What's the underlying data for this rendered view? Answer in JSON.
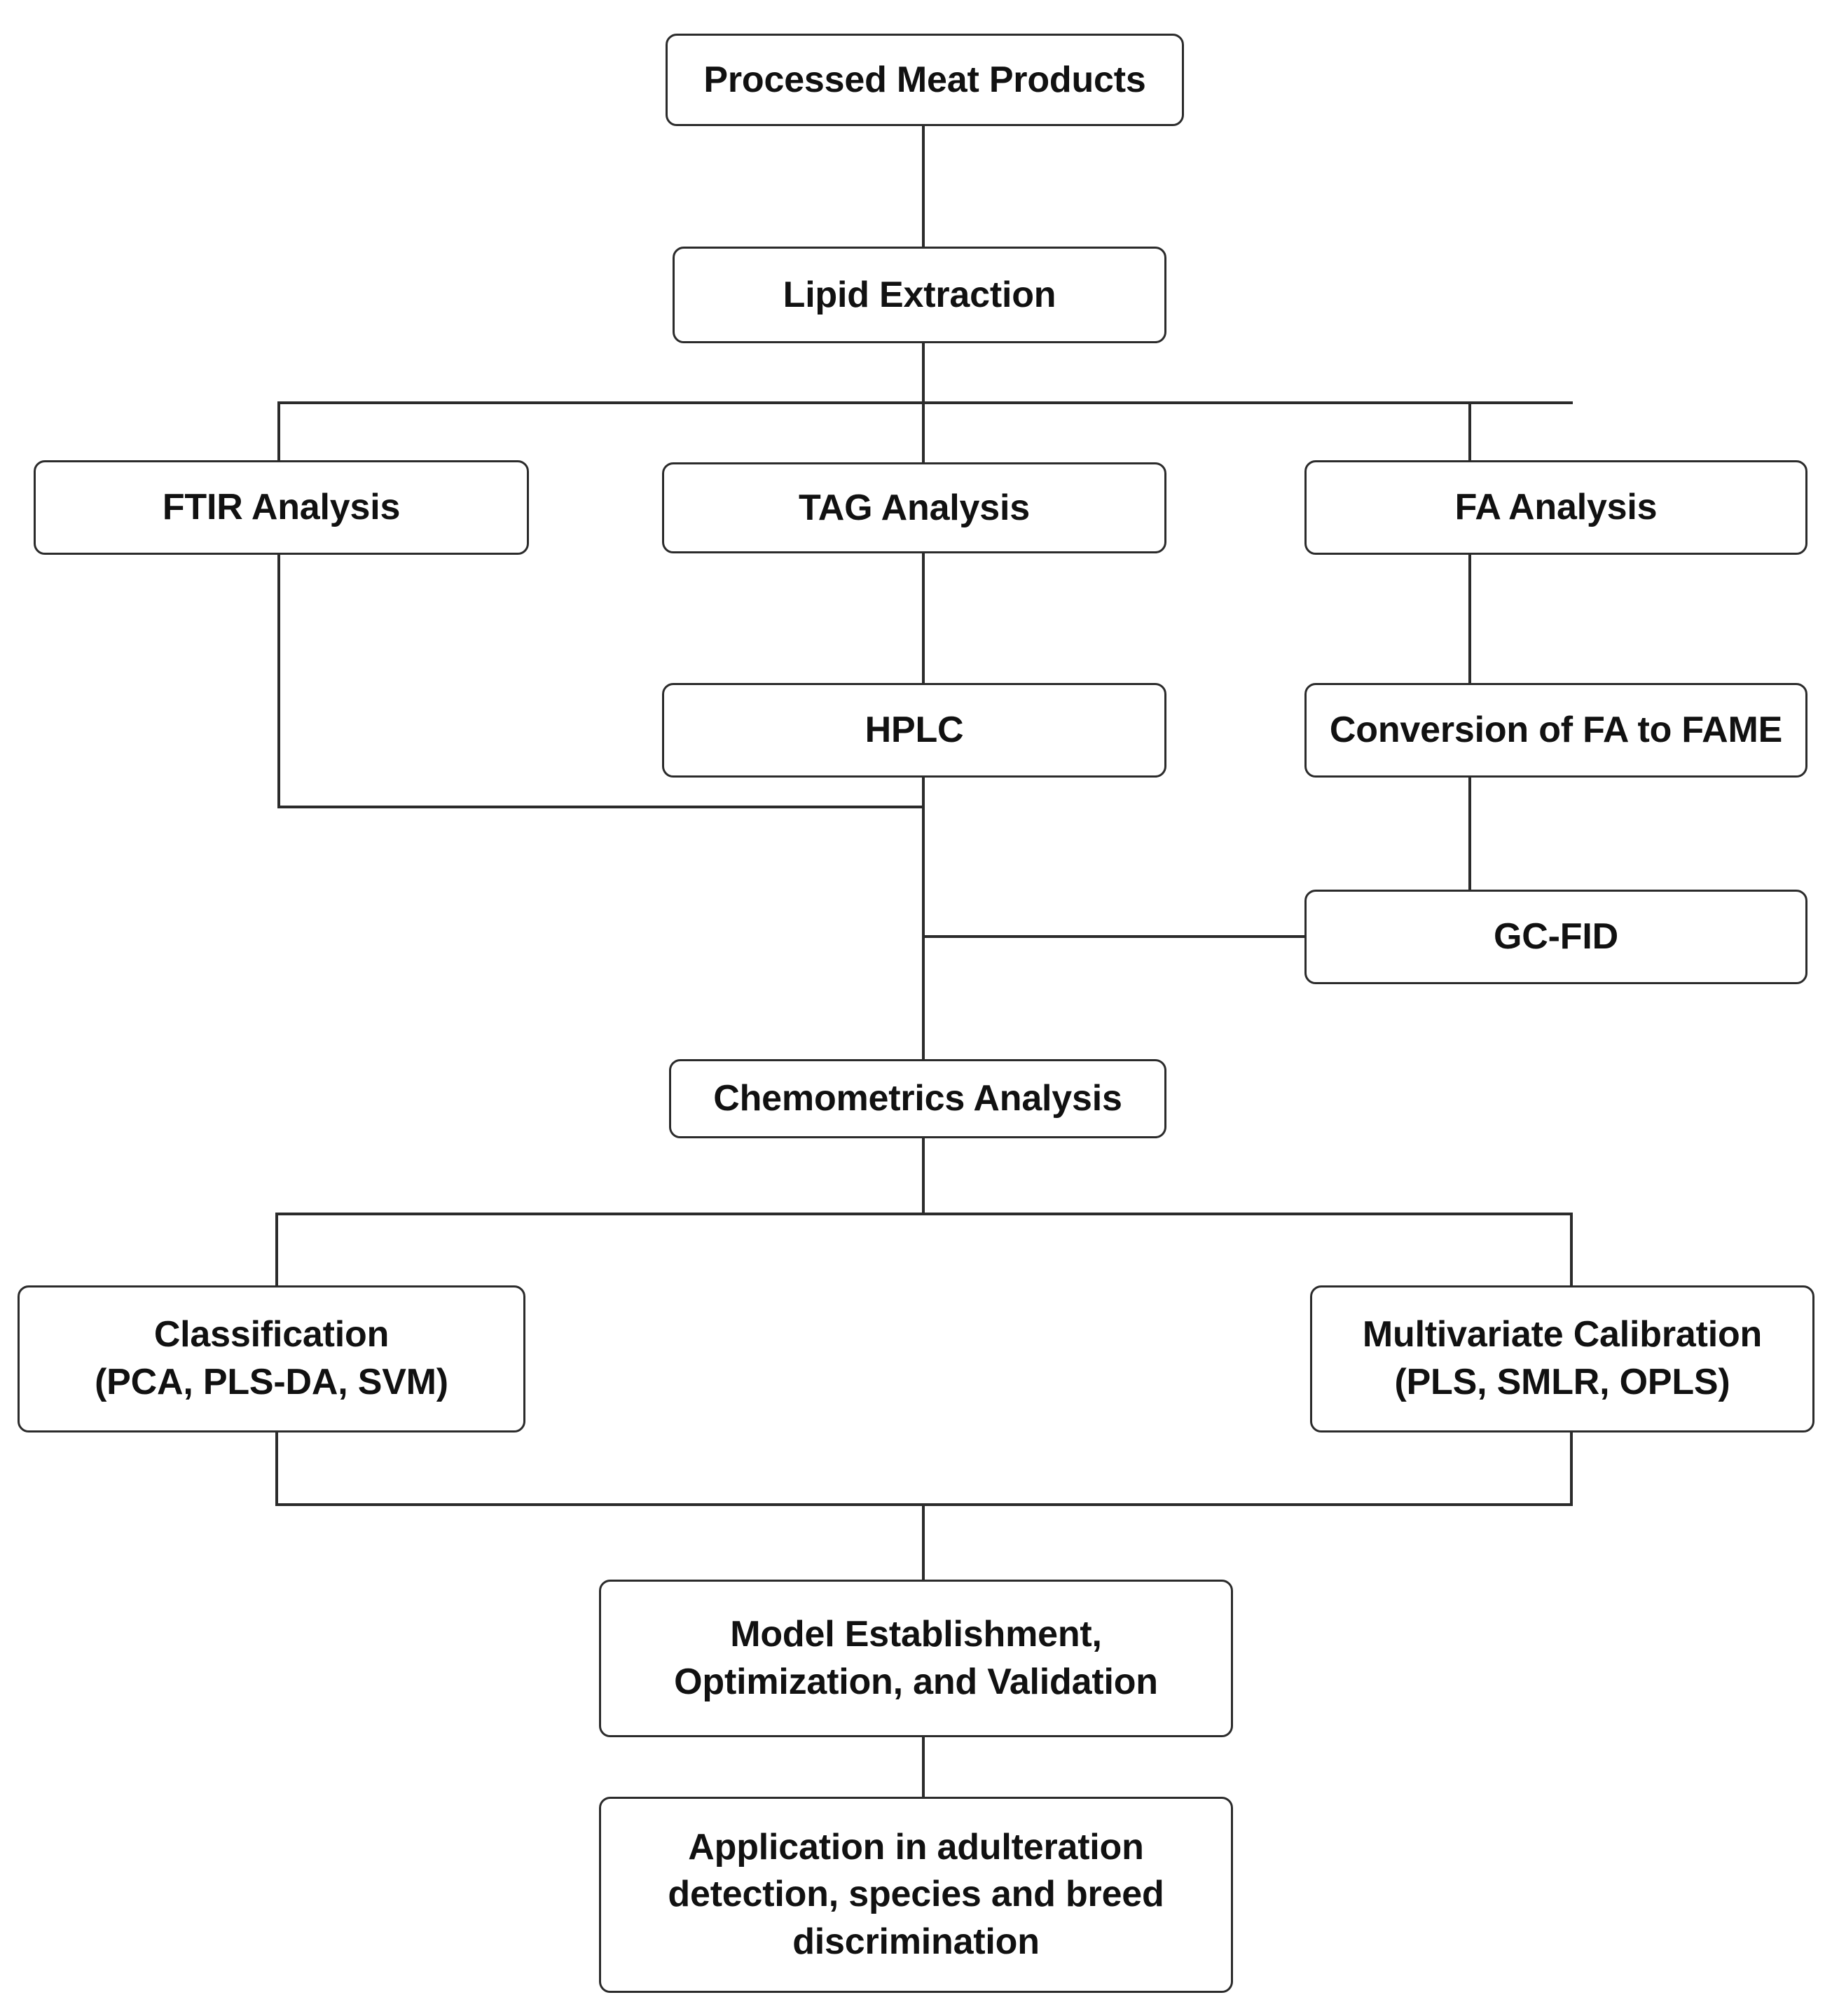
{
  "diagram": {
    "title": "Processed meat products lipid analysis workflow",
    "line_color": "#2b2b2b",
    "box_border_color": "#2b2b2b",
    "box_fill_color": "#ffffff",
    "text_color": "#111111"
  },
  "nodes": {
    "processed_meat_products": "Processed Meat Products",
    "lipid_extraction": "Lipid Extraction",
    "ftir_analysis": "FTIR Analysis",
    "tag_analysis": "TAG Analysis",
    "fa_analysis": "FA Analysis",
    "hplc": "HPLC",
    "conversion_fa_to_fame": "Conversion of FA to FAME",
    "gc_fid": "GC-FID",
    "chemometrics_analysis": "Chemometrics Analysis",
    "classification": "Classification\n(PCA, PLS-DA, SVM)",
    "multivariate_calibration": "Multivariate Calibration\n(PLS, SMLR, OPLS)",
    "model_establishment": "Model Establishment, Optimization, and Validation",
    "application": "Application in adulteration detection, species and breed discrimination"
  },
  "flow": {
    "edges": [
      {
        "from": "processed_meat_products",
        "to": "lipid_extraction"
      },
      {
        "from": "lipid_extraction",
        "to": "ftir_analysis"
      },
      {
        "from": "lipid_extraction",
        "to": "tag_analysis"
      },
      {
        "from": "lipid_extraction",
        "to": "fa_analysis"
      },
      {
        "from": "tag_analysis",
        "to": "hplc"
      },
      {
        "from": "fa_analysis",
        "to": "conversion_fa_to_fame"
      },
      {
        "from": "conversion_fa_to_fame",
        "to": "gc_fid"
      },
      {
        "from": "ftir_analysis",
        "to": "chemometrics_analysis"
      },
      {
        "from": "hplc",
        "to": "chemometrics_analysis"
      },
      {
        "from": "gc_fid",
        "to": "chemometrics_analysis"
      },
      {
        "from": "chemometrics_analysis",
        "to": "classification"
      },
      {
        "from": "chemometrics_analysis",
        "to": "multivariate_calibration"
      },
      {
        "from": "classification",
        "to": "model_establishment"
      },
      {
        "from": "multivariate_calibration",
        "to": "model_establishment"
      },
      {
        "from": "model_establishment",
        "to": "application"
      }
    ]
  }
}
